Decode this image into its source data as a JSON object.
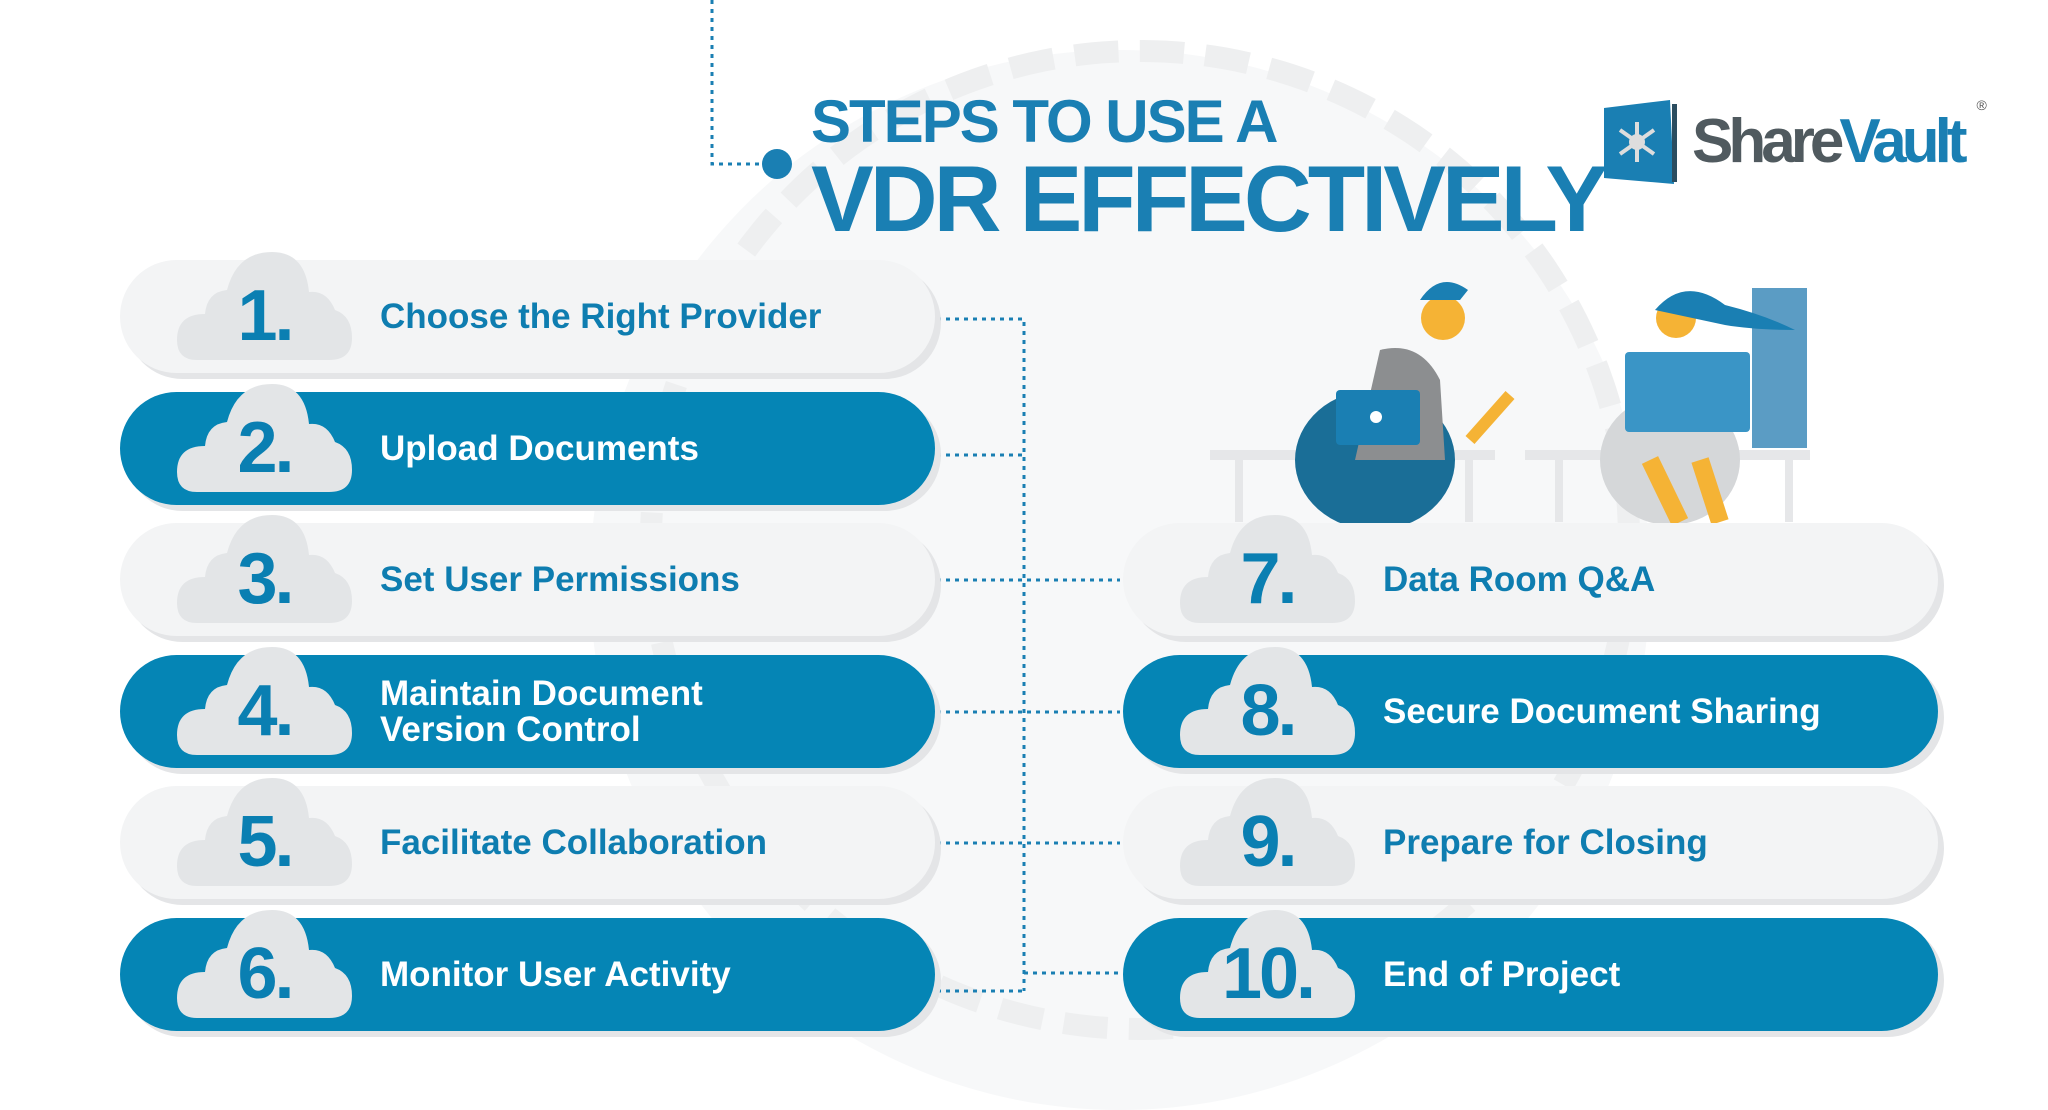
{
  "title": {
    "line1": "STEPS TO USE A",
    "line2": "VDR EFFECTIVELY"
  },
  "logo": {
    "part1": "Share",
    "part2": "Vault",
    "registered": "®"
  },
  "colors": {
    "blue": "#0585b5",
    "light": "#f3f4f5",
    "text_blue": "#0e7db0",
    "cloud": "#e3e5e7"
  },
  "steps": [
    {
      "num": "1.",
      "label": "Choose the Right Provider"
    },
    {
      "num": "2.",
      "label": "Upload Documents"
    },
    {
      "num": "3.",
      "label": "Set User Permissions"
    },
    {
      "num": "4.",
      "label": "Maintain Document Version Control"
    },
    {
      "num": "5.",
      "label": "Facilitate Collaboration"
    },
    {
      "num": "6.",
      "label": "Monitor User Activity"
    },
    {
      "num": "7.",
      "label": "Data Room Q&A"
    },
    {
      "num": "8.",
      "label": "Secure Document Sharing"
    },
    {
      "num": "9.",
      "label": "Prepare for Closing"
    },
    {
      "num": "10.",
      "label": "End of Project"
    }
  ]
}
